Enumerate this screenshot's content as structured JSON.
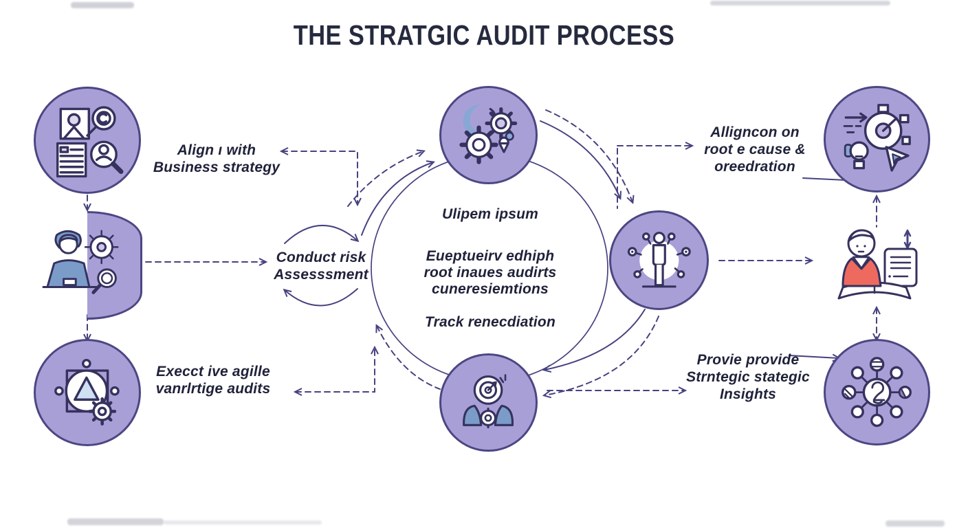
{
  "title": "THE STRATGIC AUDIT PROCESS",
  "labels": {
    "align_strategy": [
      "Align ı with",
      "Business strategy"
    ],
    "risk_assessment": [
      "Conduct risk",
      "Assesssment"
    ],
    "execute_audits": [
      "Execct ive agille",
      "vanrlrtige audits"
    ],
    "center_notes": [
      "Ulipem ipsum",
      "Eueptueirv edhiph",
      "root inaues audirts",
      "cuneresiemtions",
      "Track renecdiation"
    ],
    "align_root_cause": [
      "Alligncon on",
      "root e cause &",
      "oreedration"
    ],
    "provide_insights": [
      "Provie provide",
      "Strntegic stategic",
      "Insights"
    ]
  },
  "nodes": [
    {
      "id": "audit-discovery",
      "icon": "documents-research-icon"
    },
    {
      "id": "analyst-review",
      "icon": "analyst-at-desk-icon"
    },
    {
      "id": "process-config",
      "icon": "shapes-gear-icon"
    },
    {
      "id": "gears-analysis",
      "icon": "gears-icon"
    },
    {
      "id": "stakeholder-network",
      "icon": "person-network-icon"
    },
    {
      "id": "team-target",
      "icon": "team-target-icon"
    },
    {
      "id": "performance-tracking",
      "icon": "stopwatch-lightbulb-cursor-icon"
    },
    {
      "id": "person-reading",
      "icon": "person-reading-icon"
    },
    {
      "id": "insights-hub",
      "icon": "hub-spoke-icon"
    }
  ],
  "colors": {
    "circle_fill": "#a99fd7",
    "circle_border": "#4b4782",
    "arrow": "#46427f",
    "text": "#20223a",
    "accent_blue": "#7b9cc9",
    "accent_coral": "#ee6a5e",
    "accent_lightblue": "#cfe0f2"
  }
}
